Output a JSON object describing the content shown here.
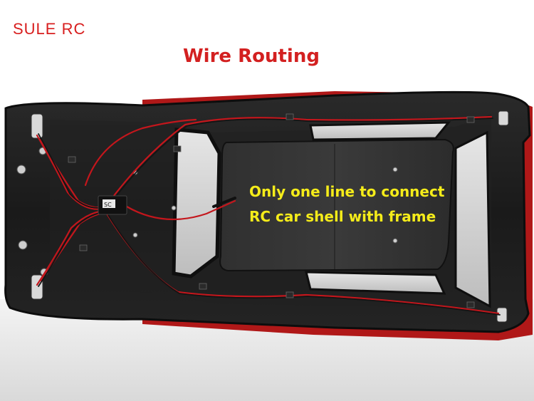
{
  "brand": {
    "name": "SULE RC",
    "color": "#d81e1e"
  },
  "headline": {
    "text": "Wire Routing",
    "color": "#d32020"
  },
  "callout": {
    "line1": "Only one line to connect",
    "line2": "RC car shell with frame",
    "color": "#f5ec1a"
  },
  "photo": {
    "subject": "underside of RC car body shell showing light wiring",
    "shell_color": "#1b1b1b",
    "wire_color": "#c4161c",
    "exterior_color": "#b01818"
  }
}
